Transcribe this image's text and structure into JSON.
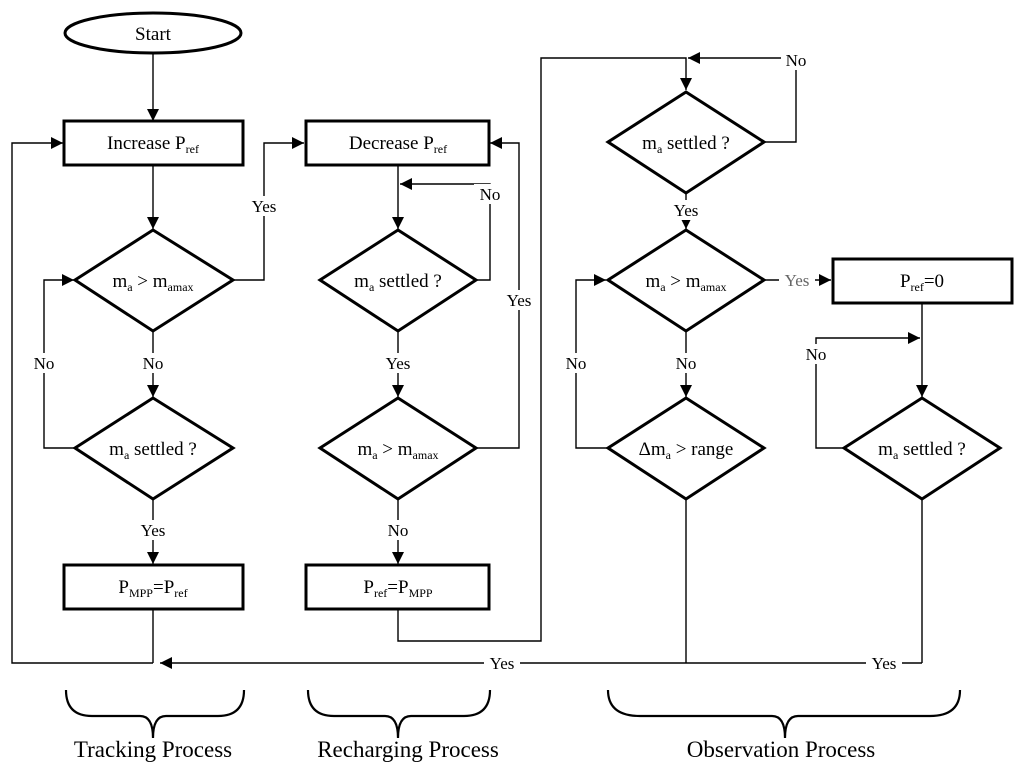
{
  "nodes": {
    "start": {
      "text": "Start"
    },
    "increase": {
      "text": "Increase P",
      "sub": "ref"
    },
    "decrease": {
      "text": "Decrease P",
      "sub": "ref"
    },
    "t_cmp1": {
      "a": "m",
      "as": "a",
      "b": " > m",
      "bs": "amax"
    },
    "t_settled1": {
      "a": "m",
      "as": "a",
      "b": " settled ?"
    },
    "t_mpp": {
      "a": "P",
      "as": "MPP",
      "b": "=P",
      "bs": "ref"
    },
    "r_settled": {
      "a": "m",
      "as": "a",
      "b": " settled ?"
    },
    "r_cmp": {
      "a": "m",
      "as": "a",
      "b": " > m",
      "bs": "amax"
    },
    "r_pref": {
      "a": "P",
      "as": "ref",
      "b": "=P",
      "bs": "MPP"
    },
    "o_settled1": {
      "a": "m",
      "as": "a",
      "b": " settled ?"
    },
    "o_cmp": {
      "a": "m",
      "as": "a",
      "b": " > m",
      "bs": "amax"
    },
    "o_range": {
      "a": "Δm",
      "as": "a",
      "b": " > range"
    },
    "o_pref0": {
      "a": "P",
      "as": "ref",
      "b": "=0"
    },
    "o_settled2": {
      "a": "m",
      "as": "a",
      "b": " settled ?"
    }
  },
  "labels": {
    "yes": "Yes",
    "no": "No"
  },
  "sections": {
    "tracking": "Tracking Process",
    "recharging": "Recharging Process",
    "observation": "Observation Process"
  }
}
